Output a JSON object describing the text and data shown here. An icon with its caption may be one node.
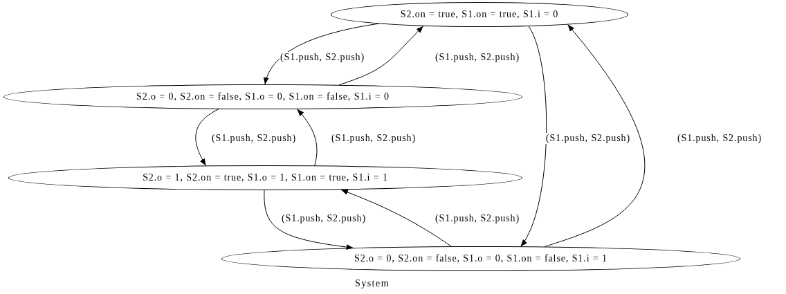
{
  "diagram": {
    "caption": "System",
    "nodes": [
      {
        "text": [
          "S2.on = true, S1.on = true, S1.i = 0"
        ]
      },
      {
        "text": [
          "S2.o = 0, S2.on = false, S1.o = 0, S1.on = false, S1.i = 0"
        ]
      },
      {
        "text": [
          "S2.o = 1, S2.on = true, S1.o = 1, S1.on = true, S1.i = 1"
        ]
      },
      {
        "text": [
          "S2.o = 0, S2.on = false, S1.o = 0, S1.on = false, S1.i = 1"
        ]
      }
    ],
    "edges": [
      {
        "from": 0,
        "to": 1,
        "arrow": "to",
        "label": "(S1.push, S2.push)"
      },
      {
        "from": 1,
        "to": 0,
        "arrow": "to",
        "label": "(S1.push, S2.push)"
      },
      {
        "from": 1,
        "to": 2,
        "arrow": "to",
        "label": "(S1.push, S2.push)"
      },
      {
        "from": 2,
        "to": 1,
        "arrow": "to",
        "label": "(S1.push, S2.push)"
      },
      {
        "from": 2,
        "to": 3,
        "arrow": "to",
        "label": "(S1.push, S2.push)"
      },
      {
        "from": 3,
        "to": 2,
        "arrow": "to",
        "label": "(S1.push, S2.push)"
      },
      {
        "from": 0,
        "to": 3,
        "arrow": "to",
        "label": "(S1.push, S2.push)"
      },
      {
        "from": 3,
        "to": 0,
        "arrow": "to",
        "label": "(S1.push, S2.push)"
      }
    ]
  }
}
